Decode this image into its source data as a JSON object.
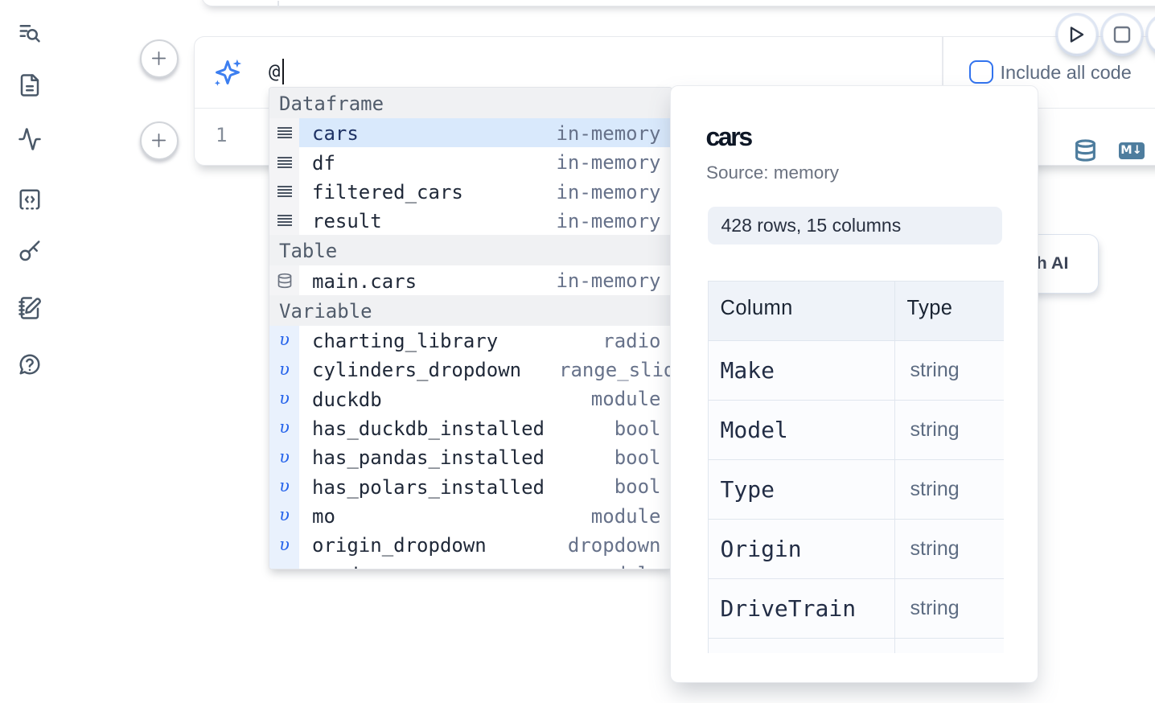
{
  "sidebar": {
    "items": [
      {
        "icon": "list-search-icon",
        "name": "table-of-contents"
      },
      {
        "icon": "file-text-icon",
        "name": "files"
      },
      {
        "icon": "activity-icon",
        "name": "logs"
      },
      {
        "icon": "code-square-dashed-icon",
        "name": "snippets"
      },
      {
        "icon": "key-icon",
        "name": "secrets"
      },
      {
        "icon": "notebook-pen-icon",
        "name": "scratchpad"
      },
      {
        "icon": "help-circle-icon",
        "name": "help"
      }
    ]
  },
  "run_controls": {
    "run_all_icon": "play-icon",
    "stop_icon": "stop-square-icon"
  },
  "ai_panel": {
    "sparkles_icon": "sparkles-icon",
    "prompt_value": "@",
    "include_all_code_label": "Include all code",
    "checkbox_checked": false,
    "accent_color": "#3273ee"
  },
  "cell": {
    "line_number": "1",
    "markdown_badge": "M↓",
    "database_icon": "database-icon",
    "icon_color": "#4e7d9e"
  },
  "generate_button": {
    "label": "Generate with AI"
  },
  "completion": {
    "selection_color": "#d9e9fc",
    "sections": [
      {
        "label": "Dataframe",
        "items": [
          {
            "name": "cars",
            "detail": "in-memory",
            "kind": "dataframe",
            "selected": true
          },
          {
            "name": "df",
            "detail": "in-memory",
            "kind": "dataframe"
          },
          {
            "name": "filtered_cars",
            "detail": "in-memory",
            "kind": "dataframe"
          },
          {
            "name": "result",
            "detail": "in-memory",
            "kind": "dataframe"
          }
        ]
      },
      {
        "label": "Table",
        "items": [
          {
            "name": "main.cars",
            "detail": "in-memory",
            "kind": "table"
          }
        ]
      },
      {
        "label": "Variable",
        "items": [
          {
            "name": "charting_library",
            "detail": "radio",
            "kind": "variable"
          },
          {
            "name": "cylinders_dropdown",
            "detail": "range_slider",
            "kind": "variable",
            "detail_overflow": true
          },
          {
            "name": "duckdb",
            "detail": "module",
            "kind": "variable"
          },
          {
            "name": "has_duckdb_installed",
            "detail": "bool",
            "kind": "variable"
          },
          {
            "name": "has_pandas_installed",
            "detail": "bool",
            "kind": "variable"
          },
          {
            "name": "has_polars_installed",
            "detail": "bool",
            "kind": "variable"
          },
          {
            "name": "mo",
            "detail": "module",
            "kind": "variable"
          },
          {
            "name": "origin_dropdown",
            "detail": "dropdown",
            "kind": "variable"
          },
          {
            "name": "pandas",
            "detail": "module",
            "kind": "variable"
          }
        ]
      }
    ]
  },
  "info_panel": {
    "title": "cars",
    "source": "Source: memory",
    "stats": "428 rows, 15 columns",
    "table": {
      "headers": [
        "Column",
        "Type"
      ],
      "rows": [
        {
          "column": "Make",
          "type": "string"
        },
        {
          "column": "Model",
          "type": "string"
        },
        {
          "column": "Type",
          "type": "string"
        },
        {
          "column": "Origin",
          "type": "string"
        },
        {
          "column": "DriveTrain",
          "type": "string"
        },
        {
          "column": "",
          "type": ""
        }
      ]
    }
  }
}
